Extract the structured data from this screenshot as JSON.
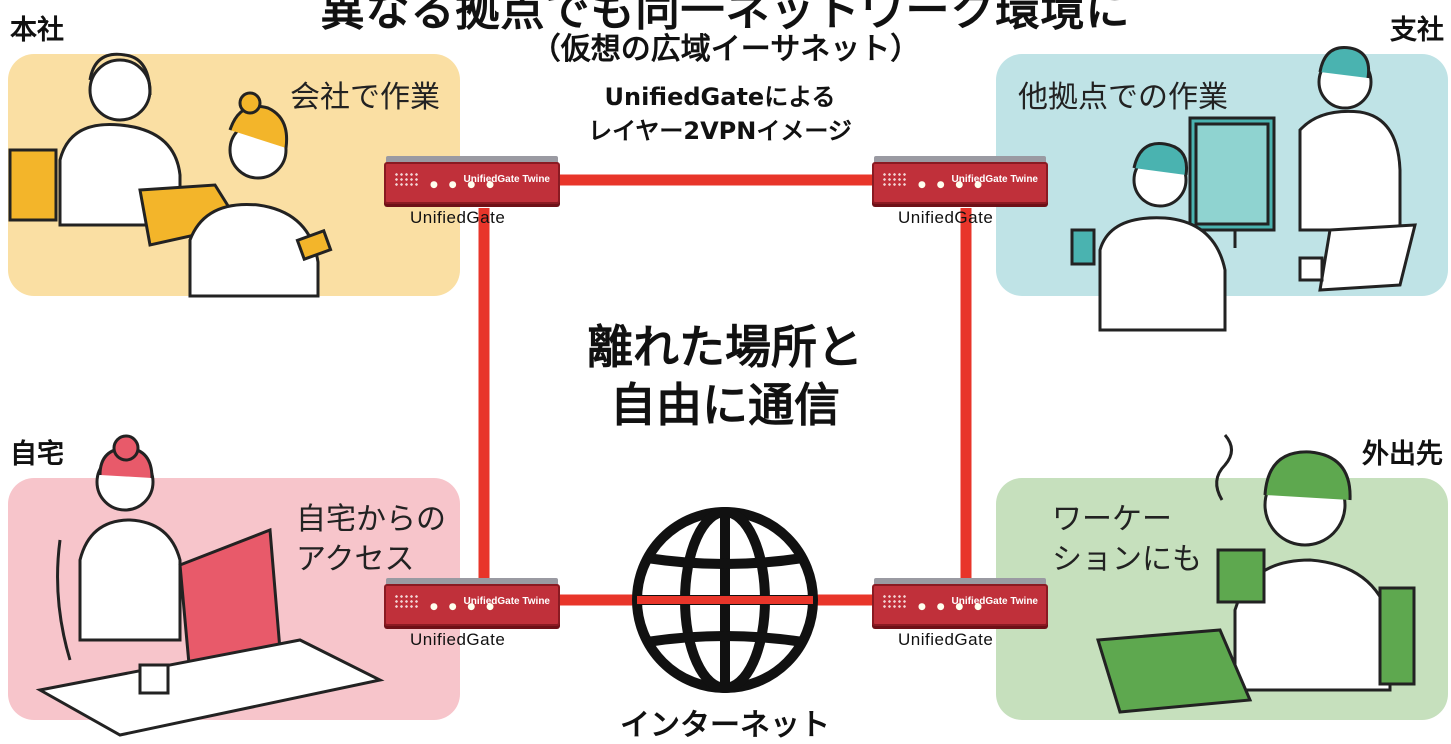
{
  "header": {
    "title": "異なる拠点でも同一ネットワーク環境に",
    "subtitle": "（仮想の広域イーサネット）"
  },
  "sites": {
    "hq": {
      "label": "本社",
      "caption": "会社で作業",
      "color": "#fadfa3"
    },
    "branch": {
      "label": "支社",
      "caption": "他拠点での作業",
      "color": "#bfe3e6"
    },
    "home": {
      "label": "自宅",
      "caption_line1": "自宅からの",
      "caption_line2": "アクセス",
      "color": "#f7c5cb"
    },
    "outside": {
      "label": "外出先",
      "caption_line1": "ワーケー",
      "caption_line2": "ションにも",
      "color": "#c6e0bd"
    }
  },
  "vpn_caption": {
    "line1": "UnifiedGateによる",
    "line2": "レイヤー2VPNイメージ"
  },
  "center": {
    "line1": "離れた場所と",
    "line2": "自由に通信"
  },
  "internet": {
    "label": "インターネット",
    "icon": "globe-icon"
  },
  "device": {
    "model": "UnifiedGate Twine",
    "brand": "UnifiedGate",
    "color": "#c0303a"
  },
  "link_color": "#e8352a"
}
